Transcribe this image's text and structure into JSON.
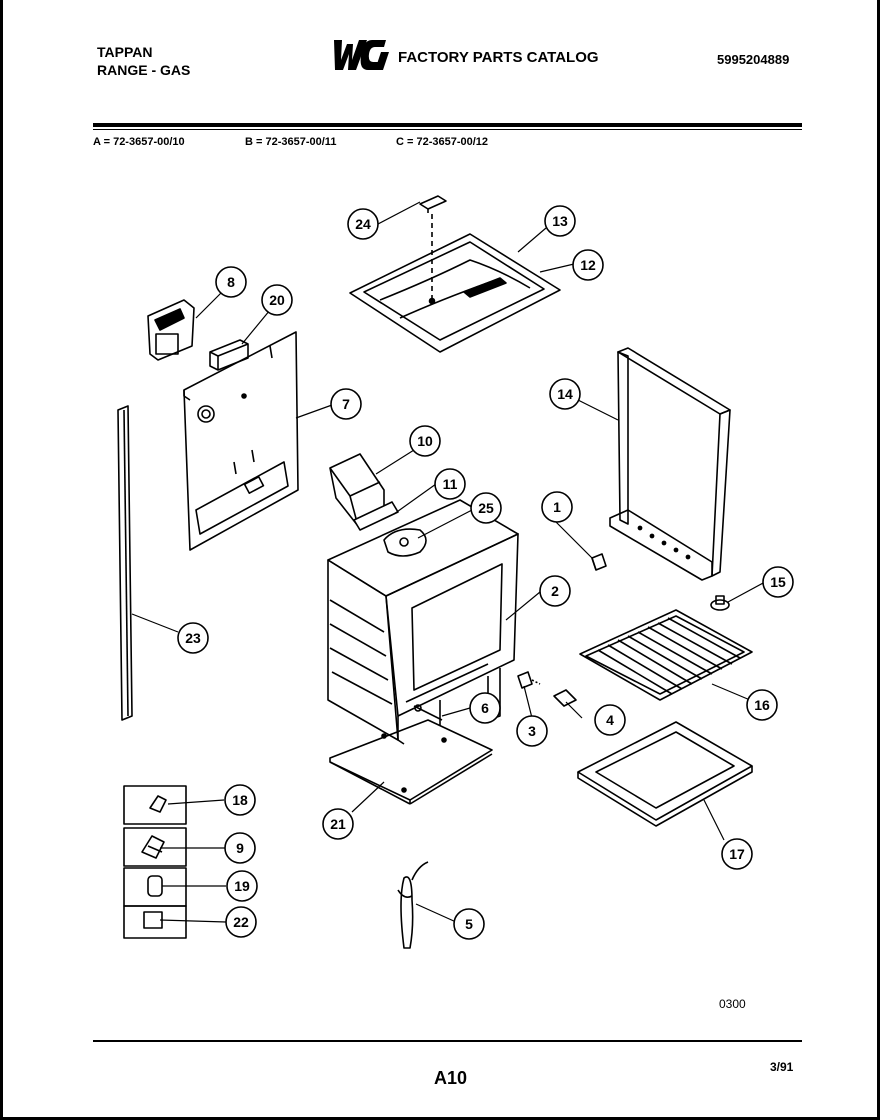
{
  "header": {
    "brand": "TAPPAN",
    "product": "RANGE - GAS",
    "logo_text": "WCI",
    "catalog_title": "FACTORY PARTS CATALOG",
    "catalog_number": "5995204889"
  },
  "models": {
    "a": "A = 72-3657-00/10",
    "b": "B = 72-3657-00/11",
    "c": "C = 72-3657-00/12"
  },
  "callouts": {
    "c1": "1",
    "c2": "2",
    "c3": "3",
    "c4": "4",
    "c5": "5",
    "c6": "6",
    "c7": "7",
    "c8": "8",
    "c9": "9",
    "c10": "10",
    "c11": "11",
    "c12": "12",
    "c13": "13",
    "c14": "14",
    "c15": "15",
    "c16": "16",
    "c17": "17",
    "c18": "18",
    "c19": "19",
    "c20": "20",
    "c21": "21",
    "c22": "22",
    "c23": "23",
    "c24": "24",
    "c25": "25"
  },
  "footer": {
    "code": "0300",
    "page": "A10",
    "date": "3/91"
  }
}
